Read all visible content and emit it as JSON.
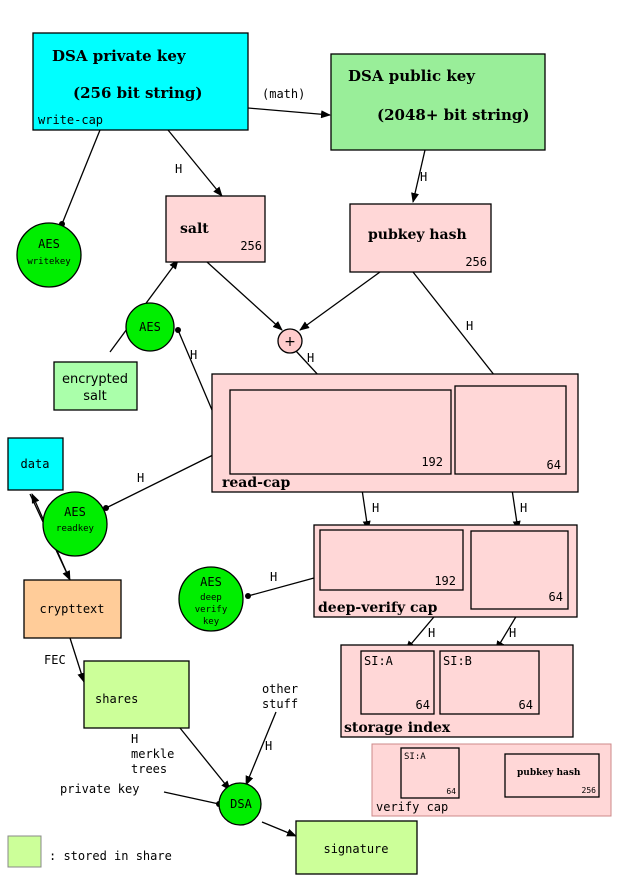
{
  "nodes": {
    "dsa_private_key": {
      "title": "DSA private key",
      "subtitle": "(256 bit string)",
      "tag": "write-cap",
      "color": "#00ffff"
    },
    "dsa_public_key": {
      "title": "DSA public key",
      "subtitle": "(2048+ bit string)",
      "color": "#99ee99"
    },
    "math_label": "(math)",
    "salt": {
      "title": "salt",
      "bits": "256"
    },
    "pubkey_hash": {
      "title": "pubkey hash",
      "bits": "256"
    },
    "aes_writekey": {
      "top": "AES",
      "bottom": "writekey"
    },
    "aes_salt": {
      "top": "AES"
    },
    "encrypted_salt": {
      "line1": "encrypted",
      "line2": "salt"
    },
    "plus": "+",
    "read_cap": {
      "label": "read-cap",
      "left_bits": "192",
      "right_bits": "64"
    },
    "data": "data",
    "aes_readkey": {
      "top": "AES",
      "bottom": "readkey"
    },
    "crypttext": "crypttext",
    "deep_verify_cap": {
      "label": "deep-verify cap",
      "left_bits": "192",
      "right_bits": "64"
    },
    "aes_deep_verify_key": {
      "top": "AES",
      "l2": "deep",
      "l3": "verify",
      "l4": "key"
    },
    "storage_index": {
      "label": "storage index",
      "si_a": "SI:A",
      "si_b": "SI:B",
      "a_bits": "64",
      "b_bits": "64"
    },
    "verify_cap": {
      "label": "verify cap",
      "si_a": "SI:A",
      "si_a_bits": "64",
      "pubkey_hash": "pubkey hash",
      "pubkey_bits": "256"
    },
    "shares": "shares",
    "fec_label": "FEC",
    "other_stuff": {
      "line1": "other",
      "line2": "stuff"
    },
    "merkle_label": {
      "line1": "H",
      "line2": "merkle",
      "line3": "trees"
    },
    "private_key_label": "private key",
    "dsa_sign": "DSA",
    "signature": "signature",
    "legend_text": ": stored in share"
  },
  "edge_labels": {
    "h": "H"
  },
  "colors": {
    "cyan": "#00ffff",
    "green_box": "#99ee99",
    "light_green": "#ccff99",
    "pink": "#ffd7d7",
    "pink_dark": "#ffcccc",
    "aes_green": "#00ee00",
    "orange": "#ffcc99"
  }
}
